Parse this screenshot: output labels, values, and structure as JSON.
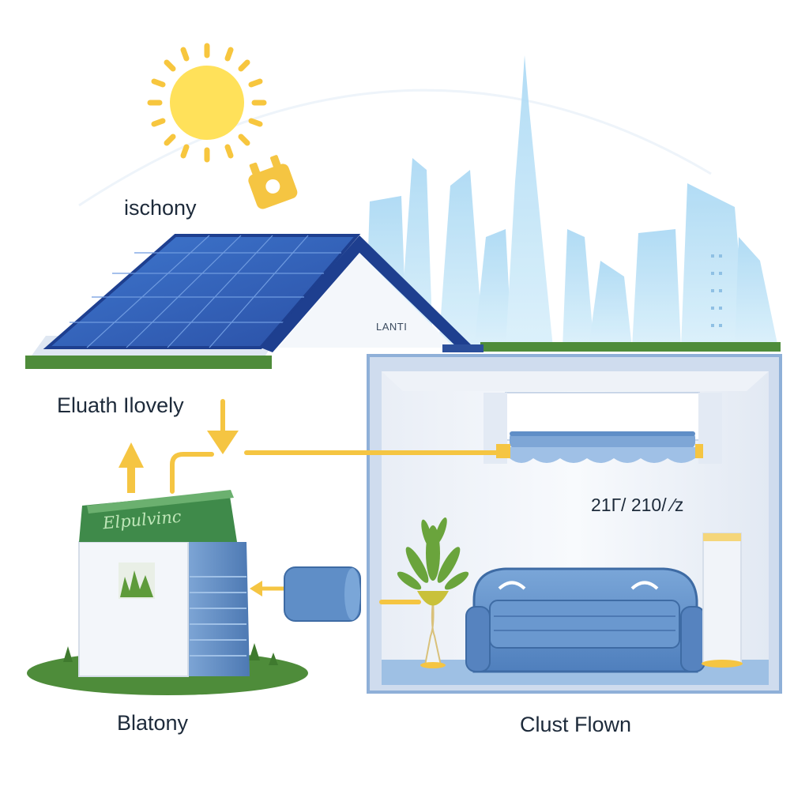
{
  "labels": {
    "sun_label": "ischony",
    "solar_label": "Eluath Ilovely",
    "house_tag": "LANTI",
    "battery_sign": "Elpulvinc",
    "battery_label": "Blatony",
    "room_readout": "21Г/ 210/ ⁄z",
    "home_label": "Clust Flown"
  },
  "colors": {
    "sun": "#ffe15a",
    "sun_ray": "#f7c63e",
    "flow_line": "#f5c542",
    "panel": "#2f5fb3",
    "roof_frame": "#1e3f8f",
    "skyline": "#bfe3f7",
    "grass": "#4e8c3a",
    "room_frame": "#8fb0d8",
    "sofa": "#5f8ec7",
    "battery_sign": "#3f8a4a"
  }
}
